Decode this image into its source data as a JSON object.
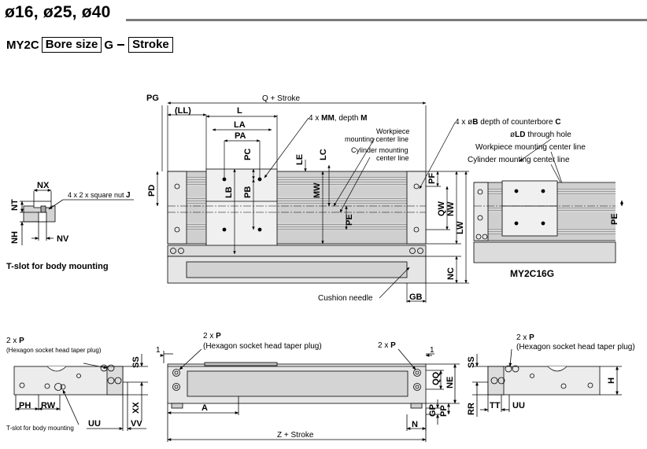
{
  "header": {
    "title": "ø16, ø25, ø40",
    "model_prefix": "MY2C",
    "bore_size_box": "Bore size",
    "model_g": "G",
    "stroke_box": "Stroke"
  },
  "top_view": {
    "PG": "PG",
    "LL": "(LL)",
    "Q_stroke": "Q + Stroke",
    "L": "L",
    "LA": "LA",
    "PA": "PA",
    "PC": "PC",
    "LE": "LE",
    "LC": "LC",
    "PD": "PD",
    "LB": "LB",
    "PB": "PB",
    "MW": "MW",
    "PE": "PE",
    "PF": "PF",
    "QW": "QW",
    "NW": "NW",
    "LW": "LW",
    "NC": "NC",
    "GB": "GB",
    "mm_prefix": "4 x ",
    "mm_bold": "MM",
    "mm_mid": ", depth ",
    "mm_depth": "M",
    "workpiece_line1": "Workpiece",
    "workpiece_line2": "mounting center line",
    "cylinder_line1": "Cylinder mounting",
    "cylinder_line2": "center line",
    "counterbore_prefix": "4 x ø",
    "counterbore_b": "B",
    "counterbore_mid": " depth of counterbore ",
    "counterbore_c": "C",
    "ld_prefix": "ø",
    "ld_bold": "LD",
    "ld_suffix": " through hole",
    "workpiece_center": "Workpiece mounting center line",
    "cylinder_center": "Cylinder mounting center line",
    "cushion_needle": "Cushion needle"
  },
  "small_view": {
    "label": "MY2C16G",
    "PE": "PE"
  },
  "tslot_view": {
    "NX": "NX",
    "NT": "NT",
    "NH": "NH",
    "NV": "NV",
    "nut_prefix": "4 x 2 x square nut ",
    "nut_bold": "J",
    "caption": "T-slot for body mounting"
  },
  "left_end_view": {
    "p_prefix": "2 x ",
    "p_bold": "P",
    "plug": "(Hexagon socket head taper plug)",
    "PH": "PH",
    "RW": "RW",
    "UU": "UU",
    "VV": "VV",
    "SS": "SS",
    "XX": "XX",
    "tslot": "T-slot for body mounting"
  },
  "bottom_view": {
    "one": "1",
    "p_prefix": "2 x ",
    "p_bold": "P",
    "plug": "(Hexagon socket head taper plug)",
    "A": "A",
    "Z_stroke": "Z + Stroke"
  },
  "right_side_view": {
    "p_prefix": "2 x ",
    "p_bold": "P",
    "one": "1",
    "QQ": "QQ",
    "NE": "NE",
    "GP": "GP",
    "PP": "PP",
    "N": "N"
  },
  "right_end_view": {
    "p_prefix": "2 x ",
    "p_bold": "P",
    "plug": "(Hexagon socket head taper plug)",
    "SS": "SS",
    "H": "H",
    "RR": "RR",
    "TT": "TT",
    "UU": "UU"
  }
}
